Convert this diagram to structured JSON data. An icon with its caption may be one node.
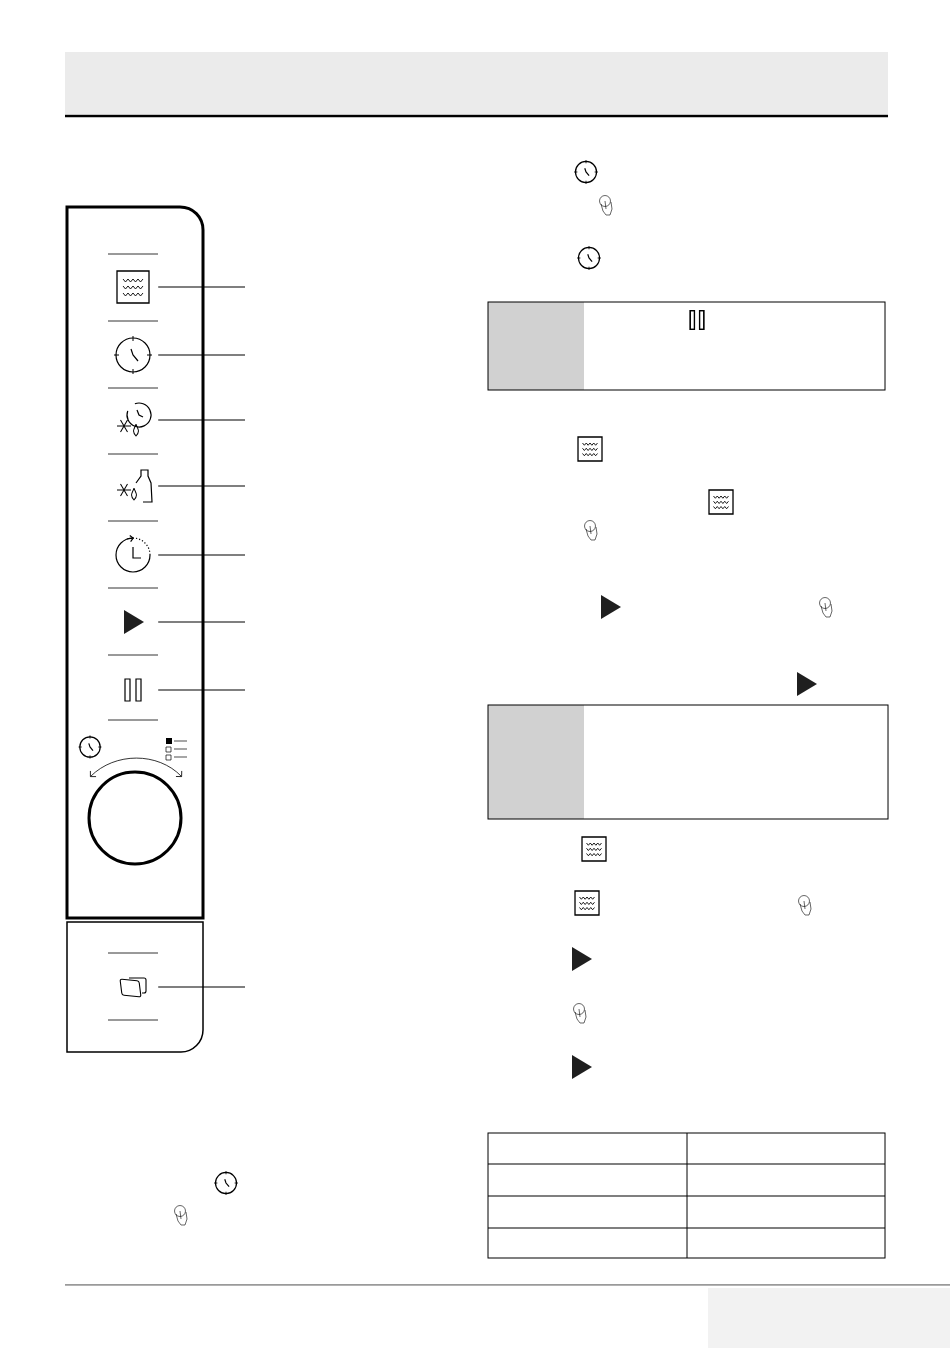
{
  "diagram": {
    "nodes": [
      {
        "text": [],
        "shape": "waves"
      },
      {
        "text": [],
        "shape": "clock"
      },
      {
        "text": [],
        "shape": "defrost"
      },
      {
        "text": [],
        "shape": "weight"
      },
      {
        "text": [],
        "shape": "timer"
      },
      {
        "text": [],
        "shape": "play"
      },
      {
        "text": [],
        "shape": "pause"
      },
      {
        "text": [],
        "shape": "door"
      }
    ],
    "edges": [
      {
        "from": 0,
        "to": null,
        "arrow": "none"
      },
      {
        "from": 1,
        "to": null,
        "arrow": "none"
      },
      {
        "from": 2,
        "to": null,
        "arrow": "none"
      },
      {
        "from": 3,
        "to": null,
        "arrow": "none"
      },
      {
        "from": 4,
        "to": null,
        "arrow": "none"
      },
      {
        "from": 5,
        "to": null,
        "arrow": "none"
      },
      {
        "from": 6,
        "to": null,
        "arrow": "none"
      },
      {
        "from": 7,
        "to": null,
        "arrow": "none"
      }
    ]
  }
}
